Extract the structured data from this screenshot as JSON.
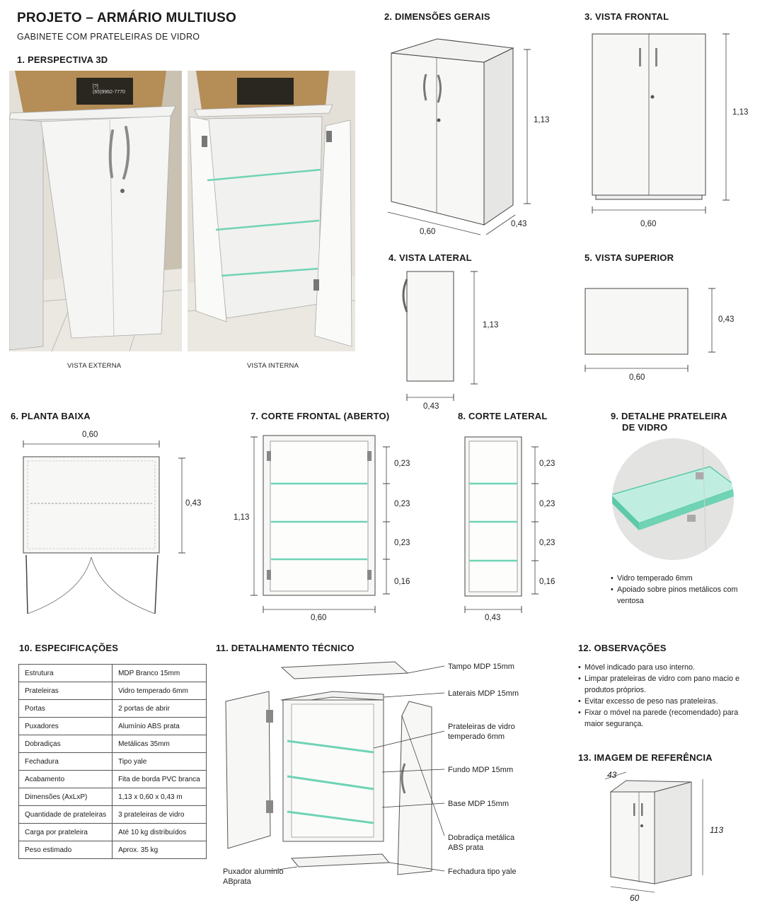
{
  "header": {
    "title": "PROJETO – ARMÁRIO MULTIUSO",
    "subtitle": "GABINETE COM PRATELEIRAS DE VIDRO"
  },
  "sections": {
    "s1": "1. PERSPECTIVA 3D",
    "s2": "2. DIMENSÕES GERAIS",
    "s3": "3. VISTA FRONTAL",
    "s4": "4. VISTA LATERAL",
    "s5": "5. VISTA SUPERIOR",
    "s6": "6. PLANTA BAIXA",
    "s7": "7. CORTE FRONTAL (ABERTO)",
    "s8": "8. CORTE LATERAL",
    "s9a": "9. DETALHE PRATELEIRA",
    "s9b": "DE VIDRO",
    "s10": "10. ESPECIFICAÇÕES",
    "s11": "11. DETALHAMENTO TÉCNICO",
    "s12": "12. OBSERVAÇÕES",
    "s13": "13. IMAGEM DE REFERÊNCIA"
  },
  "photos": {
    "external_caption": "VISTA EXTERNA",
    "internal_caption": "VISTA INTERNA",
    "box_label_top": "[?]",
    "box_label_bottom": "(65)9962-7770"
  },
  "dims": {
    "height": "1,13",
    "width": "0,60",
    "depth": "0,43",
    "gap1": "0,23",
    "gap2": "0,23",
    "gap3": "0,23",
    "gap4": "0,16"
  },
  "glass_detail": [
    "Vidro temperado 6mm",
    "Apoiado sobre pinos metálicos com ventosa"
  ],
  "specs": [
    [
      "Estrutura",
      "MDP Branco 15mm"
    ],
    [
      "Prateleiras",
      "Vidro temperado 6mm"
    ],
    [
      "Portas",
      "2 portas de abrir"
    ],
    [
      "Puxadores",
      "Alumínio ABS prata"
    ],
    [
      "Dobradiças",
      "Metálicas 35mm"
    ],
    [
      "Fechadura",
      "Tipo yale"
    ],
    [
      "Acabamento",
      "Fita de borda PVC branca"
    ],
    [
      "Dimensões (AxLxP)",
      "1,13 x 0,60 x 0,43 m"
    ],
    [
      "Quantidade de prateleiras",
      "3 prateleiras de vidro"
    ],
    [
      "Carga por prateleira",
      "Até 10 kg distribuídos"
    ],
    [
      "Peso estimado",
      "Aprox. 35 kg"
    ]
  ],
  "technical_labels": {
    "top": "Tampo MDP 15mm",
    "sides": "Laterais MDP 15mm",
    "shelves": "Prateleiras de vidro temperado 6mm",
    "back": "Fundo MDP 15mm",
    "base": "Base MDP 15mm",
    "hinge": "Dobradiça metálica ABS prata",
    "lock": "Fechadura tipo yale",
    "handle": "Puxador alumínio ABprata"
  },
  "observations": [
    "Móvel indicado para uso interno.",
    "Limpar prateleiras de vidro com pano macio e produtos próprios.",
    "Evitar excesso de peso nas prateleiras.",
    "Fixar o móvel na parede (recomendado) para maior segurança."
  ],
  "reference": {
    "depth": "43",
    "height": "113",
    "width": "60"
  },
  "colors": {
    "glass": "#6fd3b4",
    "panel": "#f7f7f5",
    "line": "#333333"
  }
}
